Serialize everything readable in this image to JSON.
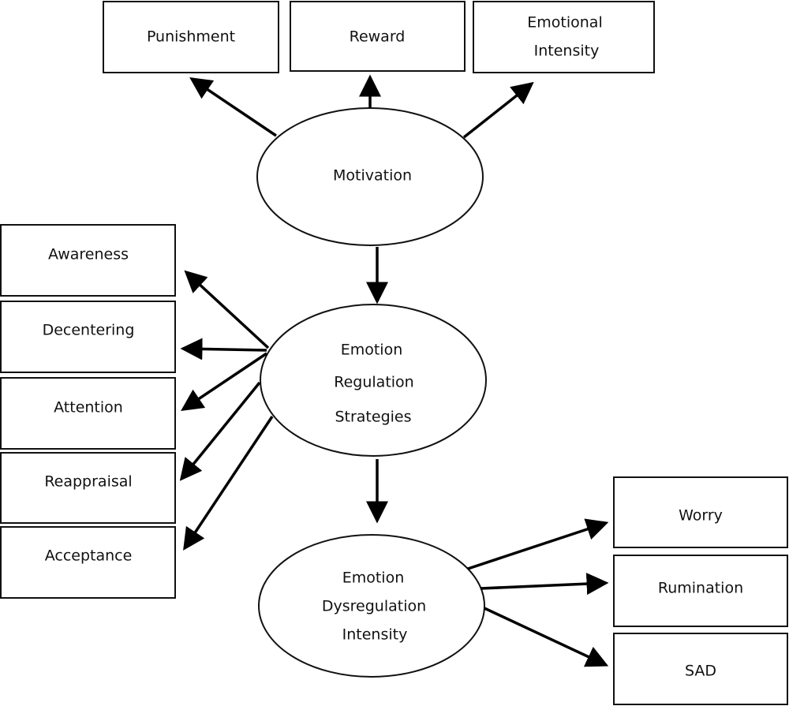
{
  "latent": {
    "motivation": {
      "label": "Motivation"
    },
    "ers": {
      "line1": "Emotion",
      "line2": "Regulation",
      "line3": "Strategies"
    },
    "edi": {
      "line1": "Emotion",
      "line2": "Dysregulation",
      "line3": "Intensity"
    }
  },
  "indicators": {
    "punishment": "Punishment",
    "reward": "Reward",
    "emotional_intensity": {
      "line1": "Emotional",
      "line2": "Intensity"
    },
    "awareness": "Awareness",
    "decentering": "Decentering",
    "attention": "Attention",
    "reappraisal": "Reappraisal",
    "acceptance": "Acceptance",
    "worry": "Worry",
    "rumination": "Rumination",
    "sad": "SAD"
  }
}
